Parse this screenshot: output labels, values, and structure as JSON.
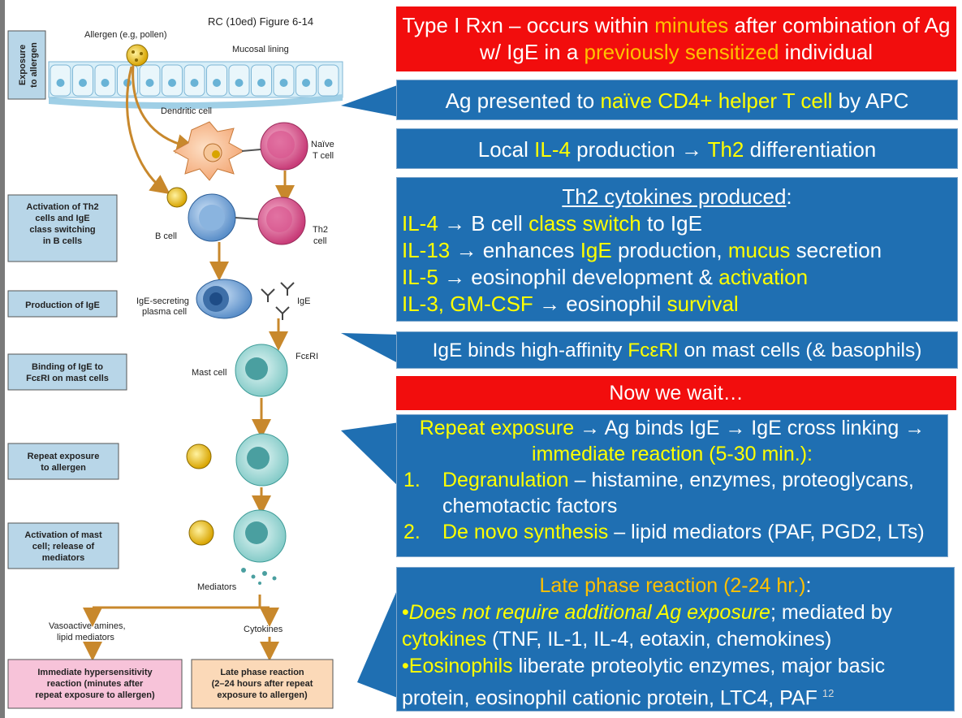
{
  "figure": {
    "source": "RC (10ed) Figure 6-14",
    "stages": [
      "Exposure to allergen",
      "Activation of Th2 cells and IgE class switching in B cells",
      "Production of IgE",
      "Binding of IgE to FcεRI on mast cells",
      "Repeat exposure to allergen",
      "Activation of mast cell; release of mediators"
    ],
    "labels": {
      "allergen": "Allergen (e.g, pollen)",
      "mucosal": "Mucosal lining",
      "dendritic": "Dendritic cell",
      "naive1": "Naïve",
      "naive2": "T cell",
      "bcell": "B cell",
      "th2a": "Th2",
      "th2b": "cell",
      "plasma1": "IgE-secreting",
      "plasma2": "plasma cell",
      "ige": "IgE",
      "fceri": "FcεRI",
      "mast": "Mast cell",
      "mediators": "Mediators",
      "vaso1": "Vasoactive amines,",
      "vaso2": "lipid mediators",
      "cytokines": "Cytokines"
    },
    "outcomes": {
      "immediate": [
        "Immediate hypersensitivity",
        "reaction (minutes after",
        "repeat exposure to allergen)"
      ],
      "late": [
        "Late phase reaction",
        "(2–24 hours after repeat",
        "exposure to allergen)"
      ]
    }
  },
  "boxes": {
    "title": {
      "a": "Type I Rxn – occurs within ",
      "b": "minutes",
      "c": " after combination of Ag w/ IgE in a ",
      "d": "previously sensitized",
      "e": " individual"
    },
    "b1": {
      "a": "Ag presented to ",
      "b": "naïve CD4+ helper T cell",
      "c": " by APC"
    },
    "b2": {
      "a": "Local ",
      "b": "IL-4",
      "c": " production → ",
      "d": "Th2",
      "e": " differentiation"
    },
    "b3": {
      "heading": "Th2 cytokines produced",
      "colon": ":",
      "l1": {
        "a": "IL-4",
        "b": " →   B cell ",
        "c": "class switch",
        "d": " to IgE"
      },
      "l2": {
        "a": "IL-13",
        "b": "   →   enhances ",
        "c": "IgE",
        "d": " production, ",
        "e": "mucus",
        "f": " secretion"
      },
      "l3": {
        "a": "IL-5",
        "b": " →   eosinophil development & ",
        "c": "activation"
      },
      "l4": {
        "a": "IL-3, GM-CSF",
        "b": " →   eosinophil ",
        "c": "survival"
      }
    },
    "b4": {
      "a": "IgE binds high-affinity ",
      "b": "FcεRI",
      "c": " on mast cells (& basophils)"
    },
    "b5": {
      "a": "Now we wait…"
    },
    "b6": {
      "l1a": "Repeat exposure",
      "l1b": " →   Ag binds IgE   →   IgE cross linking →   ",
      "l1c": "immediate reaction (5-30 min.)",
      "l1d": ":",
      "i1n": "1.",
      "i1a": "Degranulation",
      "i1b": "  – histamine, enzymes, proteoglycans, chemotactic factors",
      "i2n": "2.",
      "i2a": "De novo synthesis",
      "i2b": "  – lipid mediators (PAF, PGD2, LTs)"
    },
    "b7": {
      "heading": "Late phase reaction (2-24 hr.)",
      "colon": ":",
      "p1a": "•",
      "p1b": "Does not require additional Ag exposure",
      "p1c": "; mediated by ",
      "p1d": "cytokines",
      "p1e": " (TNF, IL-1, IL-4, eotaxin, chemokines)",
      "p2a": "•",
      "p2b": "Eosinophils",
      "p2c": " liberate proteolytic enzymes, major basic protein, eosinophil cationic protein, LTC4, PAF",
      "page": "12"
    }
  },
  "colors": {
    "blue": "#1f6fb2",
    "red": "#f20d0d",
    "yellow": "#ffff00",
    "orange": "#ffc000"
  }
}
